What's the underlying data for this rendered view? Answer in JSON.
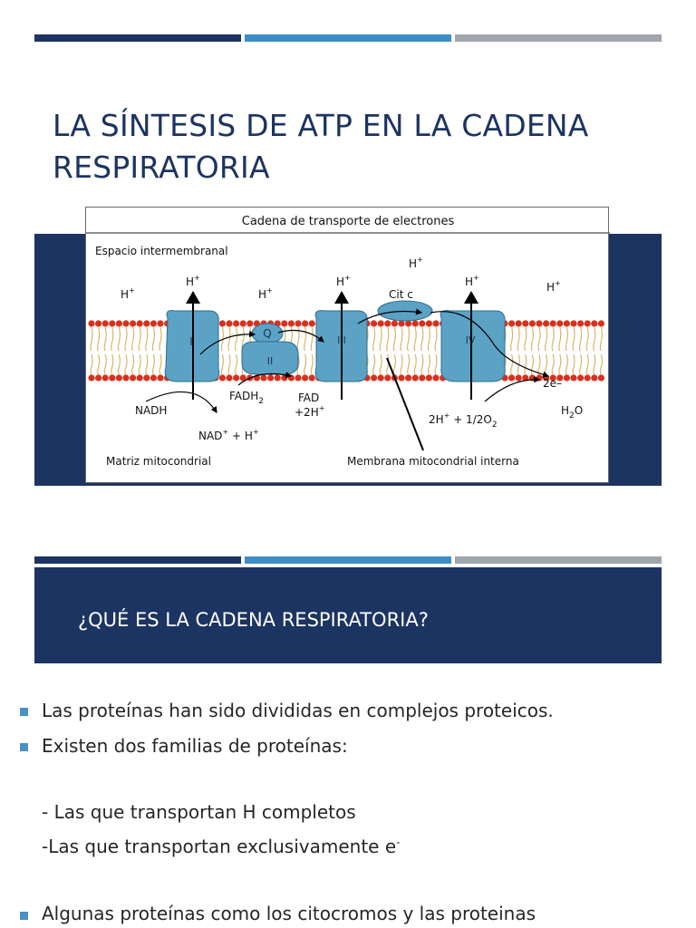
{
  "colors": {
    "navy": "#1c3461",
    "blue": "#3e8dc5",
    "gray": "#9fa5ab",
    "protein": "#5ba2c5",
    "lipid_head": "#d9301c",
    "lipid_tail": "#d6b56b"
  },
  "slide": {
    "title_line1": "LA SÍNTESIS DE ATP EN LA CADENA",
    "title_line2": "RESPIRATORIA"
  },
  "diagram": {
    "header": "Cadena de transporte de electrones",
    "space_label": "Espacio intermembranal",
    "matrix_label": "Matriz mitocondrial",
    "membrane_label": "Membrana mitocondrial interna",
    "h_plus": "H",
    "plus": "+",
    "complex_1": "I",
    "complex_2": "II",
    "complex_3": "III",
    "complex_4": "IV",
    "q_label": "Q",
    "cit_c": "Cit c",
    "nadh": "NADH",
    "nad_plus": "NAD",
    "nad_suffix": " + H",
    "fadh2": "FADH",
    "sub_2": "2",
    "fad": "FAD",
    "fad_2h": "+2H",
    "two_e": "2e–",
    "two_h_o2": "2H",
    "o2_part": " + 1/2O",
    "h2o_h": "H",
    "h2o_o": "O"
  },
  "section": {
    "heading": "¿QUÉ ES LA CADENA RESPIRATORIA?"
  },
  "content": {
    "bullet1": "Las proteínas han sido divididas en complejos proteicos.",
    "bullet2": "Existen dos familias de proteínas:",
    "sub1": "- Las que transportan H completos",
    "sub2": "-Las que transportan exclusivamente e",
    "sub2_sup": "-",
    "bullet3": "Algunas proteínas como los citocromos y las proteinas"
  }
}
